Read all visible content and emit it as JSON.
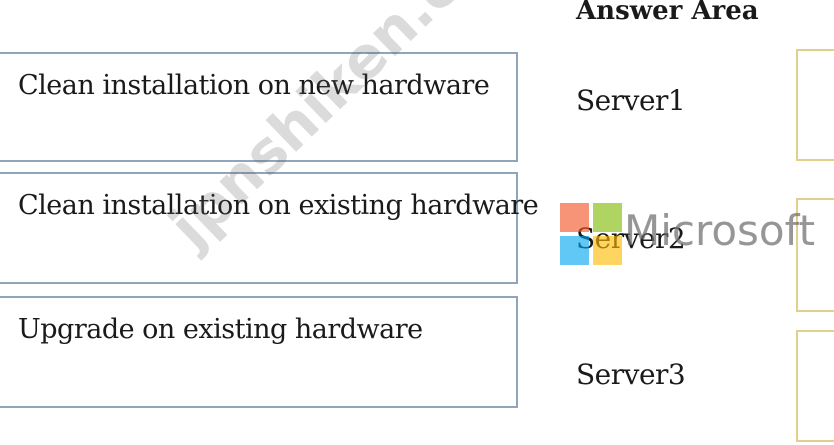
{
  "answer_area": {
    "title": "Answer Area"
  },
  "options": [
    {
      "label": "Clean installation on new hardware"
    },
    {
      "label": "Clean installation on existing hardware"
    },
    {
      "label": "Upgrade on existing hardware"
    }
  ],
  "servers": [
    {
      "label": "Server1"
    },
    {
      "label": "Server2"
    },
    {
      "label": "Server3"
    }
  ],
  "watermarks": {
    "site": "jpnshiken.com",
    "brand": "Microsoft"
  },
  "colors": {
    "option_border": "#8fa5bb",
    "target_border": "#e2cf8a"
  }
}
